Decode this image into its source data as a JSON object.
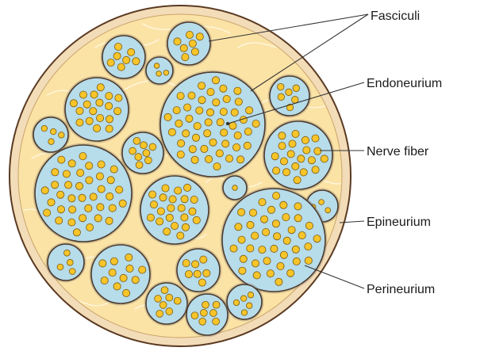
{
  "labels": {
    "fasciculi": "Fasciculi",
    "endoneurium": "Endoneurium",
    "nerve_fiber": "Nerve fiber",
    "epineurium": "Epineurium",
    "perineurium": "Perineurium"
  },
  "colors": {
    "background": "#ffffff",
    "epineurium_fill": "#fbe3a6",
    "epineurium_texture": "#fff6dc",
    "outer_ring": "#f3dcb8",
    "outer_stroke": "#5a3a22",
    "fascicle_fill": "#b7dcea",
    "fascicle_stroke": "#4a3a30",
    "fiber_fill": "#f7c52a",
    "fiber_stroke": "#7a5a10",
    "leader_line": "#333333"
  }
}
